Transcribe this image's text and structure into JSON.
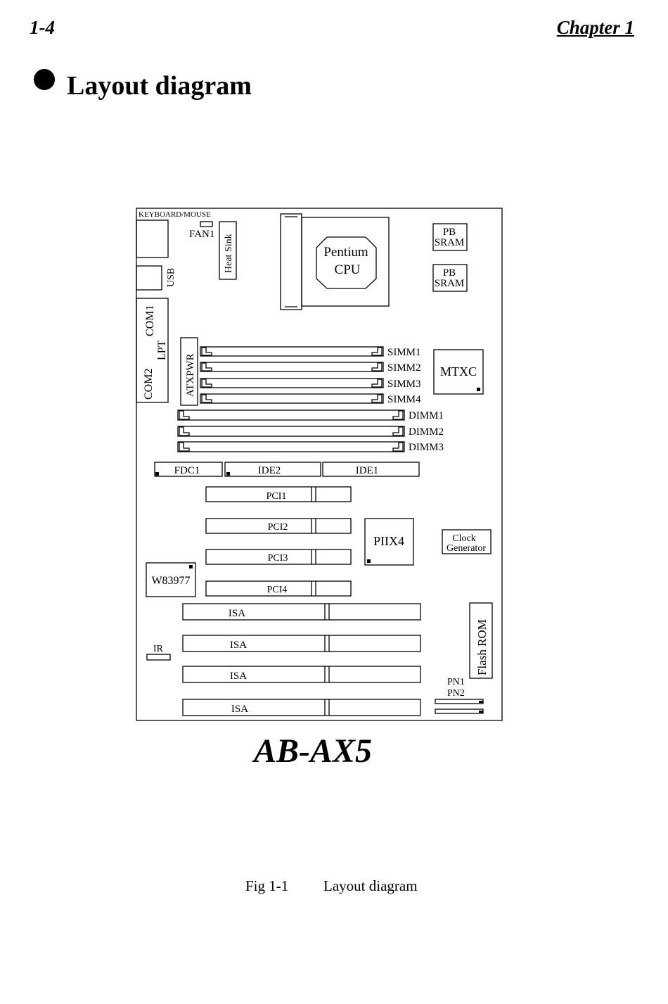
{
  "header": {
    "page_number": "1-4",
    "chapter": "Chapter 1"
  },
  "section": {
    "title": "Layout diagram"
  },
  "board": {
    "model": "AB-AX5",
    "labels": {
      "keyboard_mouse": "KEYBOARD/MOUSE",
      "fan": "FAN1",
      "heat_sink": "Heat Sink",
      "cpu_line1": "Pentium",
      "cpu_line2": "CPU",
      "pb_sram_line1": "PB",
      "pb_sram_line2": "SRAM",
      "usb": "USB",
      "com1": "COM1",
      "lpt": "LPT",
      "com2": "COM2",
      "atxpwr": "ATXPWR",
      "mtxc": "MTXC",
      "simm": [
        "SIMM1",
        "SIMM2",
        "SIMM3",
        "SIMM4"
      ],
      "dimm": [
        "DIMM1",
        "DIMM2",
        "DIMM3"
      ],
      "fdc1": "FDC1",
      "ide2": "IDE2",
      "ide1": "IDE1",
      "pci": [
        "PCI1",
        "PCI2",
        "PCI3",
        "PCI4"
      ],
      "piix4": "PIIX4",
      "clock_line1": "Clock",
      "clock_line2": "Generator",
      "w83977": "W83977",
      "isa": [
        "ISA",
        "ISA",
        "ISA",
        "ISA"
      ],
      "ir": "IR",
      "flash_rom": "Flash ROM",
      "pn1": "PN1",
      "pn2": "PN2"
    }
  },
  "caption": {
    "number": "Fig 1-1",
    "text": "Layout diagram"
  }
}
